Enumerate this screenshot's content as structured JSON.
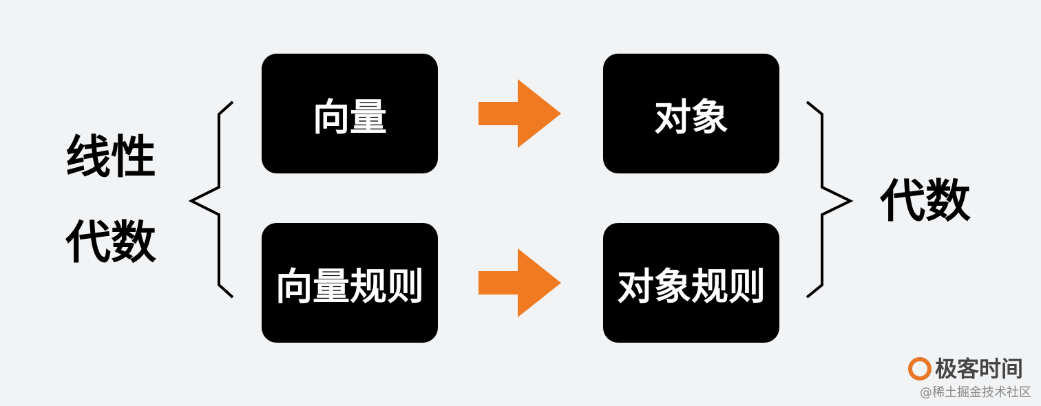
{
  "left_label": [
    "线性",
    "代数"
  ],
  "right_label": "代数",
  "boxes": {
    "top_left": "向量",
    "top_right": "对象",
    "bottom_left": "向量规则",
    "bottom_right": "对象规则"
  },
  "arrow_color": "#ef7a22",
  "watermark": {
    "brand": "极客时间",
    "sub": "@稀土掘金技术社区"
  }
}
